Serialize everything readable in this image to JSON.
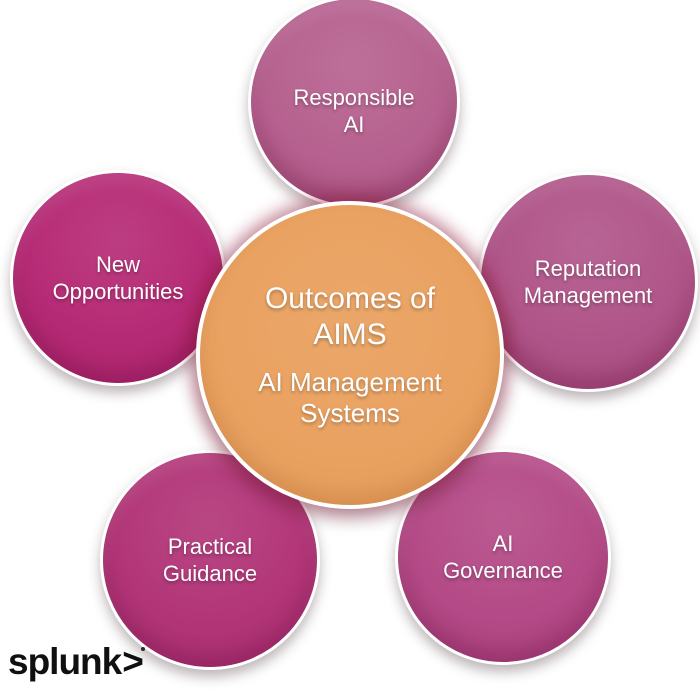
{
  "diagram": {
    "center": {
      "title_line1": "Outcomes of",
      "title_line2": "AIMS",
      "subtitle_line1": "AI Management",
      "subtitle_line2": "Systems",
      "color": "#e9a160"
    },
    "nodes": [
      {
        "id": "responsible-ai",
        "line1": "Responsible",
        "line2": "AI",
        "color": "#b6618f"
      },
      {
        "id": "reputation-management",
        "line1": "Reputation",
        "line2": "Management",
        "color": "#b05589"
      },
      {
        "id": "ai-governance",
        "line1": "AI",
        "line2": "Governance",
        "color": "#b44a87"
      },
      {
        "id": "practical-guidance",
        "line1": "Practical",
        "line2": "Guidance",
        "color": "#b23578"
      },
      {
        "id": "new-opportunities",
        "line1": "New",
        "line2": "Opportunities",
        "color": "#b62a75"
      }
    ]
  },
  "branding": {
    "logo_text": "splunk",
    "logo_chevron": ">",
    "logo_color": "#111010"
  }
}
